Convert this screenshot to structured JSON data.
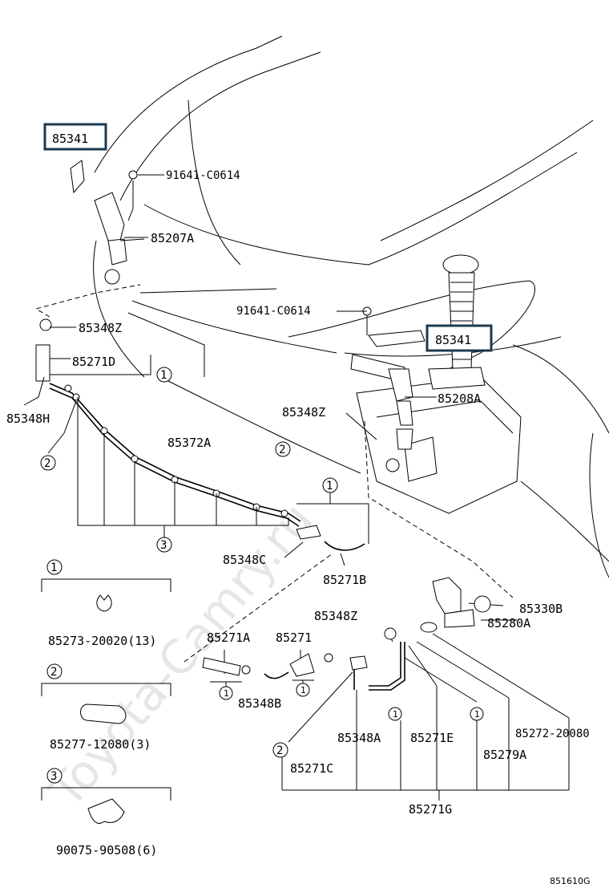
{
  "watermark": "Toyota-Camry.ru",
  "figure_code": "851610G",
  "part_labels": [
    "85341",
    "91641-C0614",
    "85207A",
    "91641-C0614",
    "85341",
    "85348Z",
    "85271D",
    "85348H",
    "85208A",
    "85348Z",
    "85372A",
    "85348C",
    "85271B",
    "85330B",
    "85348Z",
    "85280A",
    "85271A",
    "85271",
    "85348B",
    "85348A",
    "85271E",
    "85272-20080",
    "85279A",
    "85271C",
    "85271G"
  ],
  "callouts": [
    "1",
    "2",
    "2",
    "1",
    "3",
    "1",
    "1",
    "1",
    "1",
    "2",
    "1"
  ],
  "legend": [
    {
      "num": "1",
      "part": "85273-20020(13)"
    },
    {
      "num": "2",
      "part": "85277-12080(3)"
    },
    {
      "num": "3",
      "part": "90075-90508(6)"
    }
  ]
}
